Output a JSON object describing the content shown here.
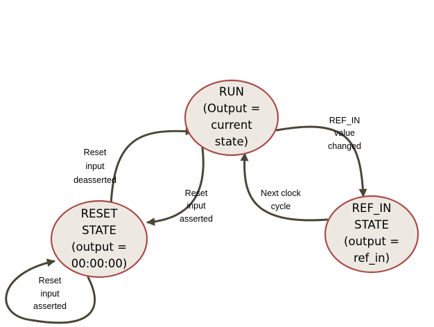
{
  "colors": {
    "node_fill": "#ede9e2",
    "node_stroke": "#a94c4a",
    "edge": "#4a4535"
  },
  "states": {
    "run": [
      "RUN",
      "(Output =",
      "current",
      "state)"
    ],
    "reset": [
      "RESET",
      "STATE",
      "(output =",
      "00:00:00)"
    ],
    "refin": [
      "REF_IN",
      "STATE",
      "(output =",
      "ref_in)"
    ]
  },
  "edges": {
    "reset_to_run": [
      "Reset",
      "input",
      "deasserted"
    ],
    "run_to_reset": [
      "Reset",
      "input",
      "asserted"
    ],
    "run_to_refin": [
      "REF_IN",
      "value",
      "changed"
    ],
    "refin_to_run": [
      "Next clock",
      "cycle"
    ],
    "reset_self": [
      "Reset",
      "input",
      "asserted"
    ]
  }
}
